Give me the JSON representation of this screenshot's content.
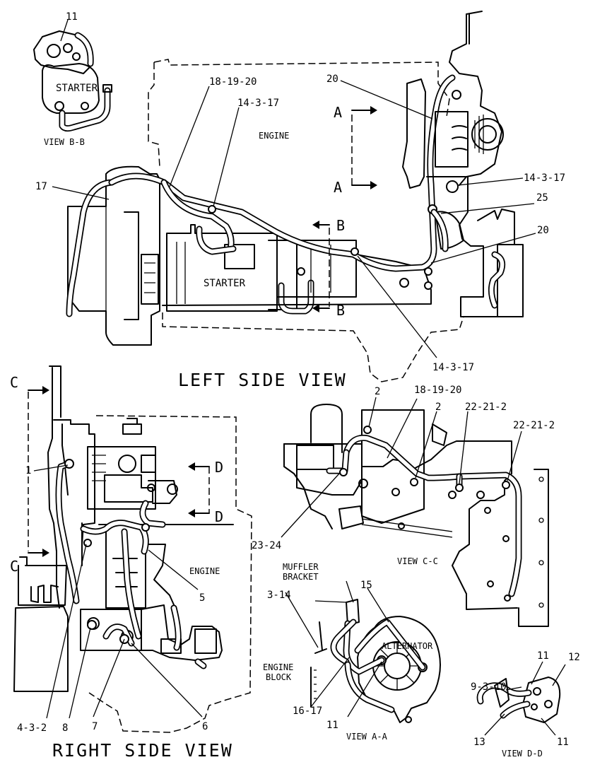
{
  "titles": {
    "left_side_view": "LEFT SIDE VIEW",
    "right_side_view": "RIGHT SIDE VIEW",
    "view_a": "VIEW A-A",
    "view_b": "VIEW B-B",
    "view_c": "VIEW C-C",
    "view_d": "VIEW D-D"
  },
  "components": {
    "starter_main": "STARTER",
    "starter_inset": "STARTER",
    "engine_left": "ENGINE",
    "engine_right": "ENGINE",
    "alternator": "ALTERNATOR",
    "muffler_bracket_1": "MUFFLER",
    "muffler_bracket_2": "BRACKET",
    "engine_block_1": "ENGINE",
    "engine_block_2": "BLOCK"
  },
  "section_markers": {
    "a_top": "A",
    "a_bottom": "A",
    "b_top": "B",
    "b_bottom": "B",
    "c_top": "C",
    "c_bottom": "C",
    "d_top": "D",
    "d_bottom": "D"
  },
  "callouts": {
    "b_11": "11",
    "l_18_19_20": "18-19-20",
    "l_14_3_17_top": "14-3-17",
    "l_17": "17",
    "l_20_top": "20",
    "l_14_3_17_right": "14-3-17",
    "l_25": "25",
    "l_20_mid": "20",
    "l_14_3_17_bottom": "14-3-17",
    "c_2_a": "2",
    "c_18_19_20": "18-19-20",
    "c_2_b": "2",
    "c_22_21_2_a": "22-21-2",
    "c_22_21_2_b": "22-21-2",
    "c_23_24": "23-24",
    "r_1": "1",
    "r_5": "5",
    "r_4_3_2": "4-3-2",
    "r_8": "8",
    "r_7": "7",
    "r_6": "6",
    "a_3_14": "3-14",
    "a_15": "15",
    "a_16_17": "16-17",
    "a_11": "11",
    "d_11_top": "11",
    "d_12": "12",
    "d_9_3_10": "9-3-10",
    "d_13": "13",
    "d_11_bottom": "11"
  }
}
